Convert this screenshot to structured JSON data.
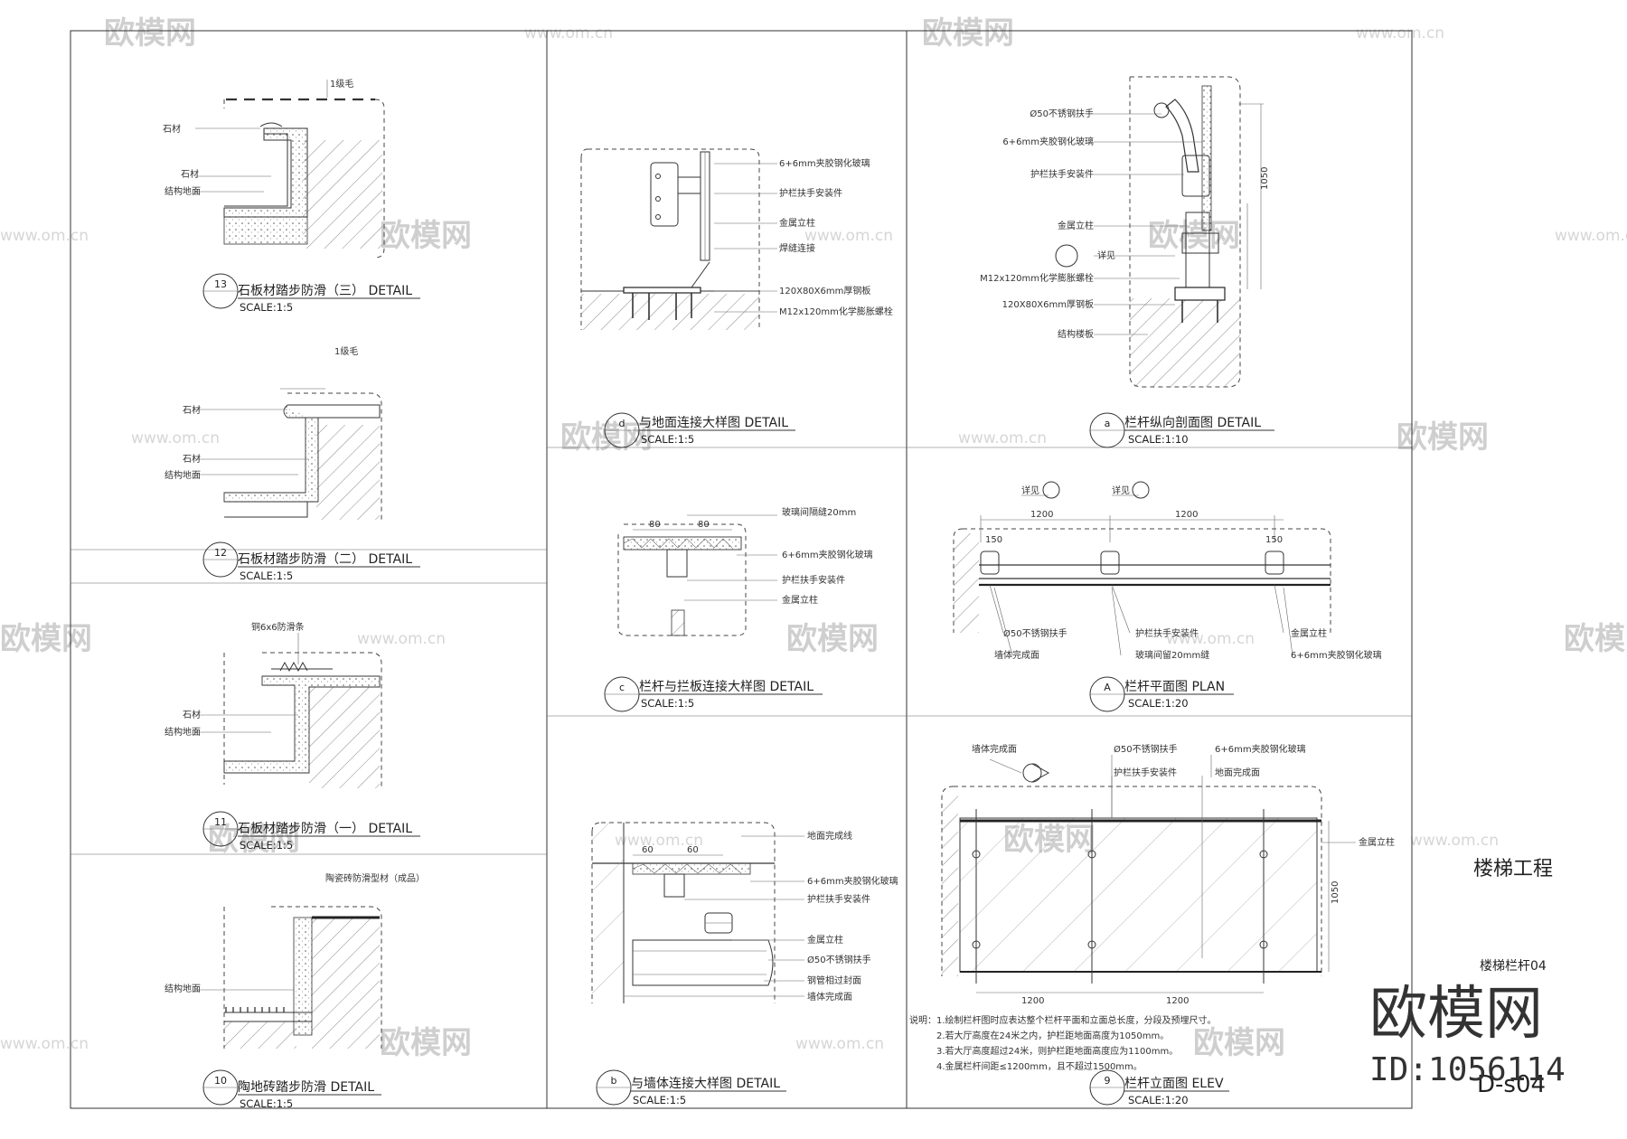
{
  "watermark": {
    "brand": "欧模网",
    "site": "www.om.cn"
  },
  "sheet": {
    "project": "楼梯工程",
    "drawing_name": "楼梯栏杆04",
    "drawing_no": "D-s04"
  },
  "brand": {
    "name": "欧模网",
    "id": "ID:1056114"
  },
  "details": [
    {
      "key": "d13",
      "num": "13",
      "title": "石板材踏步防滑（三）  DETAIL",
      "scale": "SCALE:1:5",
      "labels": [
        "1级毛",
        "石材",
        "石材",
        "结构地面"
      ]
    },
    {
      "key": "d12",
      "num": "12",
      "title": "石板材踏步防滑（二）  DETAIL",
      "scale": "SCALE:1:5",
      "labels": [
        "1级毛",
        "石材",
        "石材",
        "结构地面"
      ]
    },
    {
      "key": "d11",
      "num": "11",
      "title": "石板材踏步防滑（一）  DETAIL",
      "scale": "SCALE:1:5",
      "labels": [
        "铜6x6防滑条",
        "石材",
        "结构地面"
      ]
    },
    {
      "key": "d10",
      "num": "10",
      "title": "陶地砖踏步防滑  DETAIL",
      "scale": "SCALE:1:5",
      "labels": [
        "陶瓷砖防滑型材（成品）",
        "结构地面"
      ]
    },
    {
      "key": "dd",
      "num": "d",
      "title": "与地面连接大样图  DETAIL",
      "scale": "SCALE:1:5",
      "labels": [
        "6+6mm夹胶钢化玻璃",
        "护栏扶手安装件",
        "金属立柱",
        "焊缝连接",
        "120X80X6mm厚钢板",
        "M12x120mm化学膨胀螺栓"
      ]
    },
    {
      "key": "dc",
      "num": "c",
      "title": "栏杆与拦板连接大样图  DETAIL",
      "scale": "SCALE:1:5",
      "labels": [
        "玻璃间隔缝20mm",
        "6+6mm夹胶钢化玻璃",
        "护栏扶手安装件",
        "金属立柱"
      ]
    },
    {
      "key": "db",
      "num": "b",
      "title": "与墙体连接大样图  DETAIL",
      "scale": "SCALE:1:5",
      "labels": [
        "地面完成线",
        "6+6mm夹胶钢化玻璃",
        "护栏扶手安装件",
        "金属立柱",
        "Ø50不锈钢扶手",
        "钢管相过封面",
        "墙体完成面"
      ]
    },
    {
      "key": "da",
      "num": "a",
      "title": "栏杆纵向剖面图  DETAIL",
      "scale": "SCALE:1:10",
      "labels": [
        "Ø50不锈钢扶手",
        "6+6mm夹胶钢化玻璃",
        "护栏扶手安装件",
        "金属立柱",
        "详见",
        "M12x120mm化学膨胀螺栓",
        "120X80X6mm厚钢板",
        "结构楼板"
      ]
    },
    {
      "key": "dA",
      "num": "A",
      "title": "栏杆平面图  PLAN",
      "scale": "SCALE:1:20",
      "labels": [
        "详见",
        "详见",
        "Ø50不锈钢扶手",
        "护栏扶手安装件",
        "金属立柱",
        "墙体完成面",
        "玻璃间留20mm缝",
        "6+6mm夹胶钢化玻璃"
      ]
    },
    {
      "key": "d9",
      "num": "9",
      "title": "栏杆立面图  ELEV",
      "scale": "SCALE:1:20",
      "labels": [
        "墙体完成面",
        "Ø50不锈钢扶手",
        "6+6mm夹胶钢化玻璃",
        "护栏扶手安装件",
        "地面完成面",
        "金属立柱"
      ]
    }
  ],
  "notes": [
    "说明：1.绘制栏杆图时应表达整个栏杆平面和立面总长度，分段及预埋尺寸。",
    "2.若大厅高度在24米之内，护栏距地面高度为1050mm。",
    "3.若大厅高度超过24米，则护栏距地面高度应为1100mm。",
    "4.金属栏杆间距≤1200mm，且不超过1500mm。"
  ],
  "dims": {
    "plan_span": "1200",
    "plan_gap": "150",
    "small_a": "80",
    "small_b": "60",
    "elev_h": "1050"
  }
}
